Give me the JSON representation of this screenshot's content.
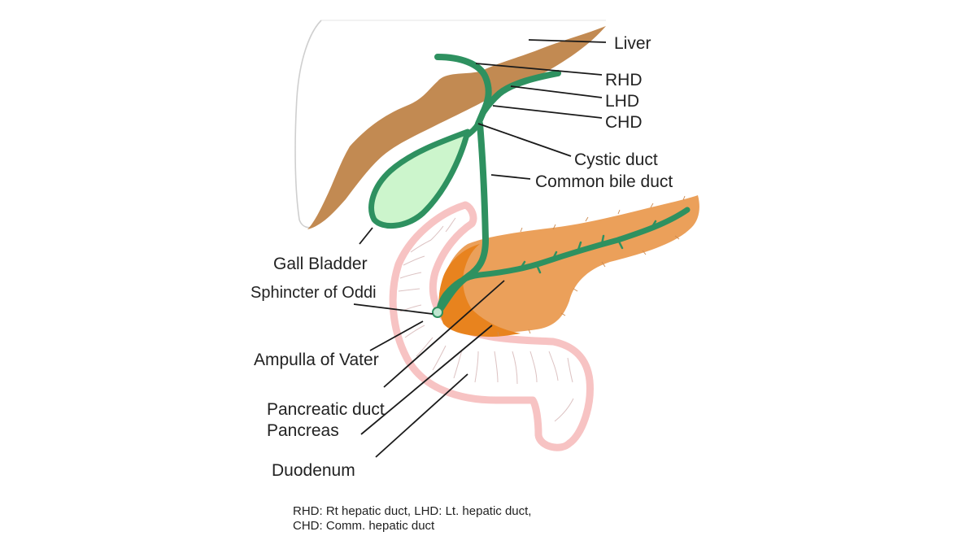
{
  "labels": {
    "liver": "Liver",
    "rhd": "RHD",
    "lhd": "LHD",
    "chd": "CHD",
    "cystic_duct": "Cystic duct",
    "common_bile_duct": "Common bile duct",
    "gall_bladder": "Gall Bladder",
    "sphincter_of_oddi": "Sphincter of Oddi",
    "ampulla_of_vater": "Ampulla of Vater",
    "pancreatic_duct": "Pancreatic duct",
    "pancreas": "Pancreas",
    "duodenum": "Duodenum"
  },
  "footnote": {
    "line1": "RHD: Rt hepatic duct, LHD: Lt. hepatic duct,",
    "line2": "CHD: Comm. hepatic duct"
  },
  "colors": {
    "liver": "#c28a52",
    "bile_duct": "#2e9160",
    "gall_bladder_fill": "#ccf5cc",
    "pancreas": "#eba05a",
    "pancreas_head": "#e8831e",
    "duodenum_outline": "#f7c3c3",
    "leader_line": "#1a1a1a"
  }
}
